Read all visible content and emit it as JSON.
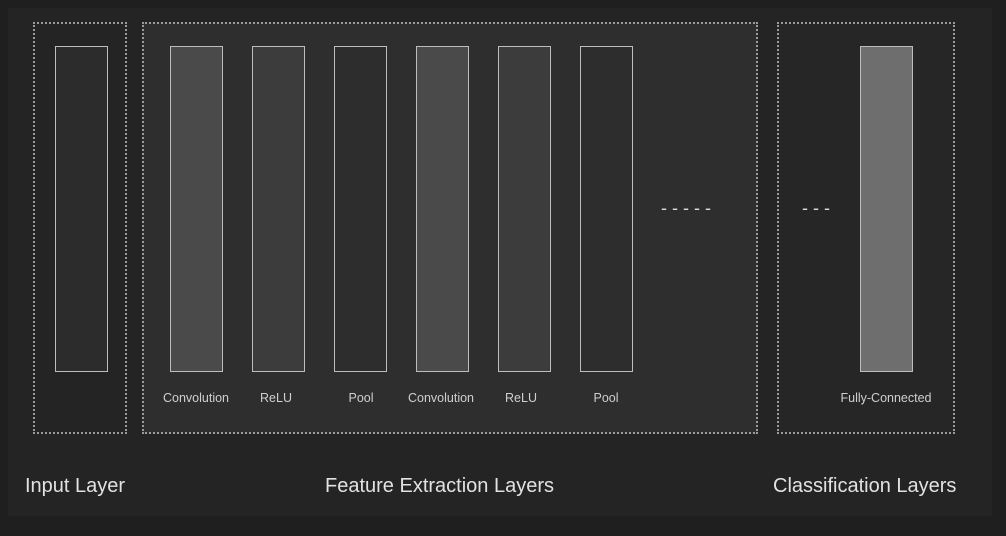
{
  "groups": {
    "input": {
      "title": "Input Layer"
    },
    "feature": {
      "title": "Feature Extraction Layers"
    },
    "classification": {
      "title": "Classification Layers"
    }
  },
  "layers": {
    "input": {
      "fill": "#2c2c2c"
    },
    "feature": [
      {
        "label": "Convolution",
        "fill": "#4a4a4a"
      },
      {
        "label": "ReLU",
        "fill": "#3c3c3c"
      },
      {
        "label": "Pool",
        "fill": "#2d2d2d"
      },
      {
        "label": "Convolution",
        "fill": "#4a4a4a"
      },
      {
        "label": "ReLU",
        "fill": "#3c3c3c"
      },
      {
        "label": "Pool",
        "fill": "#2d2d2d"
      }
    ],
    "classification": {
      "label": "Fully-Connected",
      "fill": "#6e6e6e"
    }
  },
  "continuation": {
    "feature_dashes": "-----",
    "classification_dashes": "---"
  }
}
